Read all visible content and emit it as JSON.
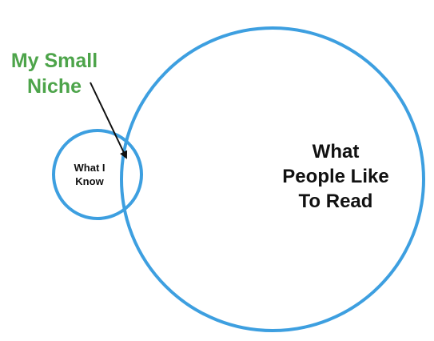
{
  "circles": {
    "large": {
      "label_lines": [
        "What",
        "People Like",
        "To Read"
      ]
    },
    "small": {
      "label_lines": [
        "What I",
        "Know"
      ]
    }
  },
  "callout": {
    "label_lines": [
      "My Small",
      "Niche"
    ],
    "points_to": "intersection of the two circles"
  },
  "colors": {
    "circle_stroke": "#3d9fe0",
    "callout_text": "#4da44a",
    "label_text": "#111111",
    "arrow": "#111111"
  }
}
